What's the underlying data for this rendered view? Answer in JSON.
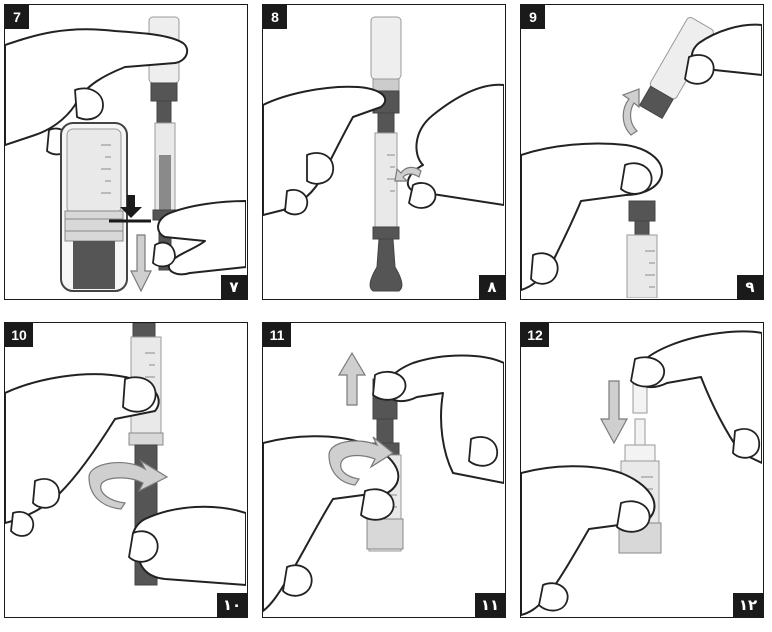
{
  "steps": [
    {
      "number": "7",
      "arabic_number": "٧"
    },
    {
      "number": "8",
      "arabic_number": "٨"
    },
    {
      "number": "9",
      "arabic_number": "٩"
    },
    {
      "number": "10",
      "arabic_number": "١٠"
    },
    {
      "number": "11",
      "arabic_number": "١١"
    },
    {
      "number": "12",
      "arabic_number": "١٢"
    }
  ]
}
